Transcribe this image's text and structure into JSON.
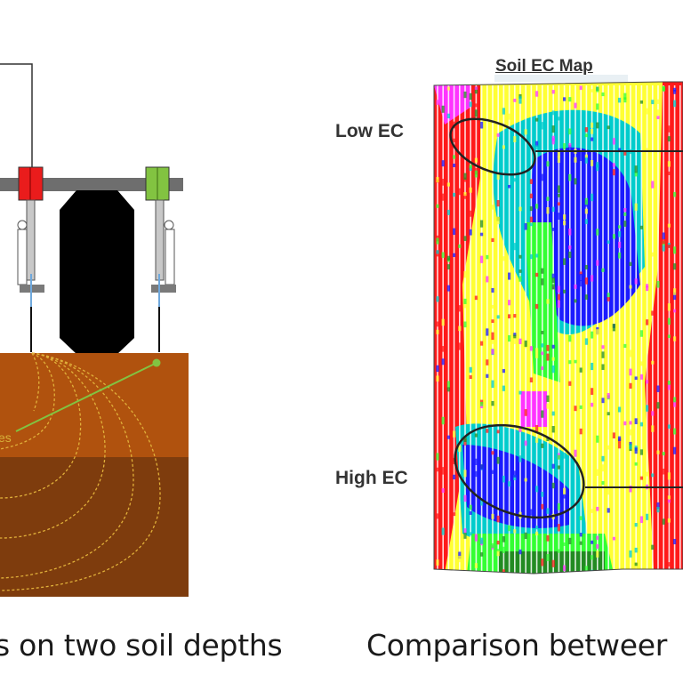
{
  "left_panel": {
    "caption": "s on two soil depths",
    "electric_lines_label": "es",
    "colors": {
      "soil_top": "#b0520e",
      "soil_bottom": "#7e3c0d",
      "field_lines": "#e0b03a",
      "bar": "#6e6e6e",
      "sensor_red": "#ea1c1c",
      "sensor_green": "#82c341",
      "wheel": "#000000"
    }
  },
  "right_panel": {
    "caption": "Comparison betweer",
    "map_title": "Soil EC Map",
    "low_label": "Low EC",
    "high_label": "High EC",
    "ec_colors": [
      "#ff1a1a",
      "#ffff33",
      "#33ff33",
      "#00cccc",
      "#1a1aff",
      "#ff33ff",
      "#228b22"
    ]
  }
}
